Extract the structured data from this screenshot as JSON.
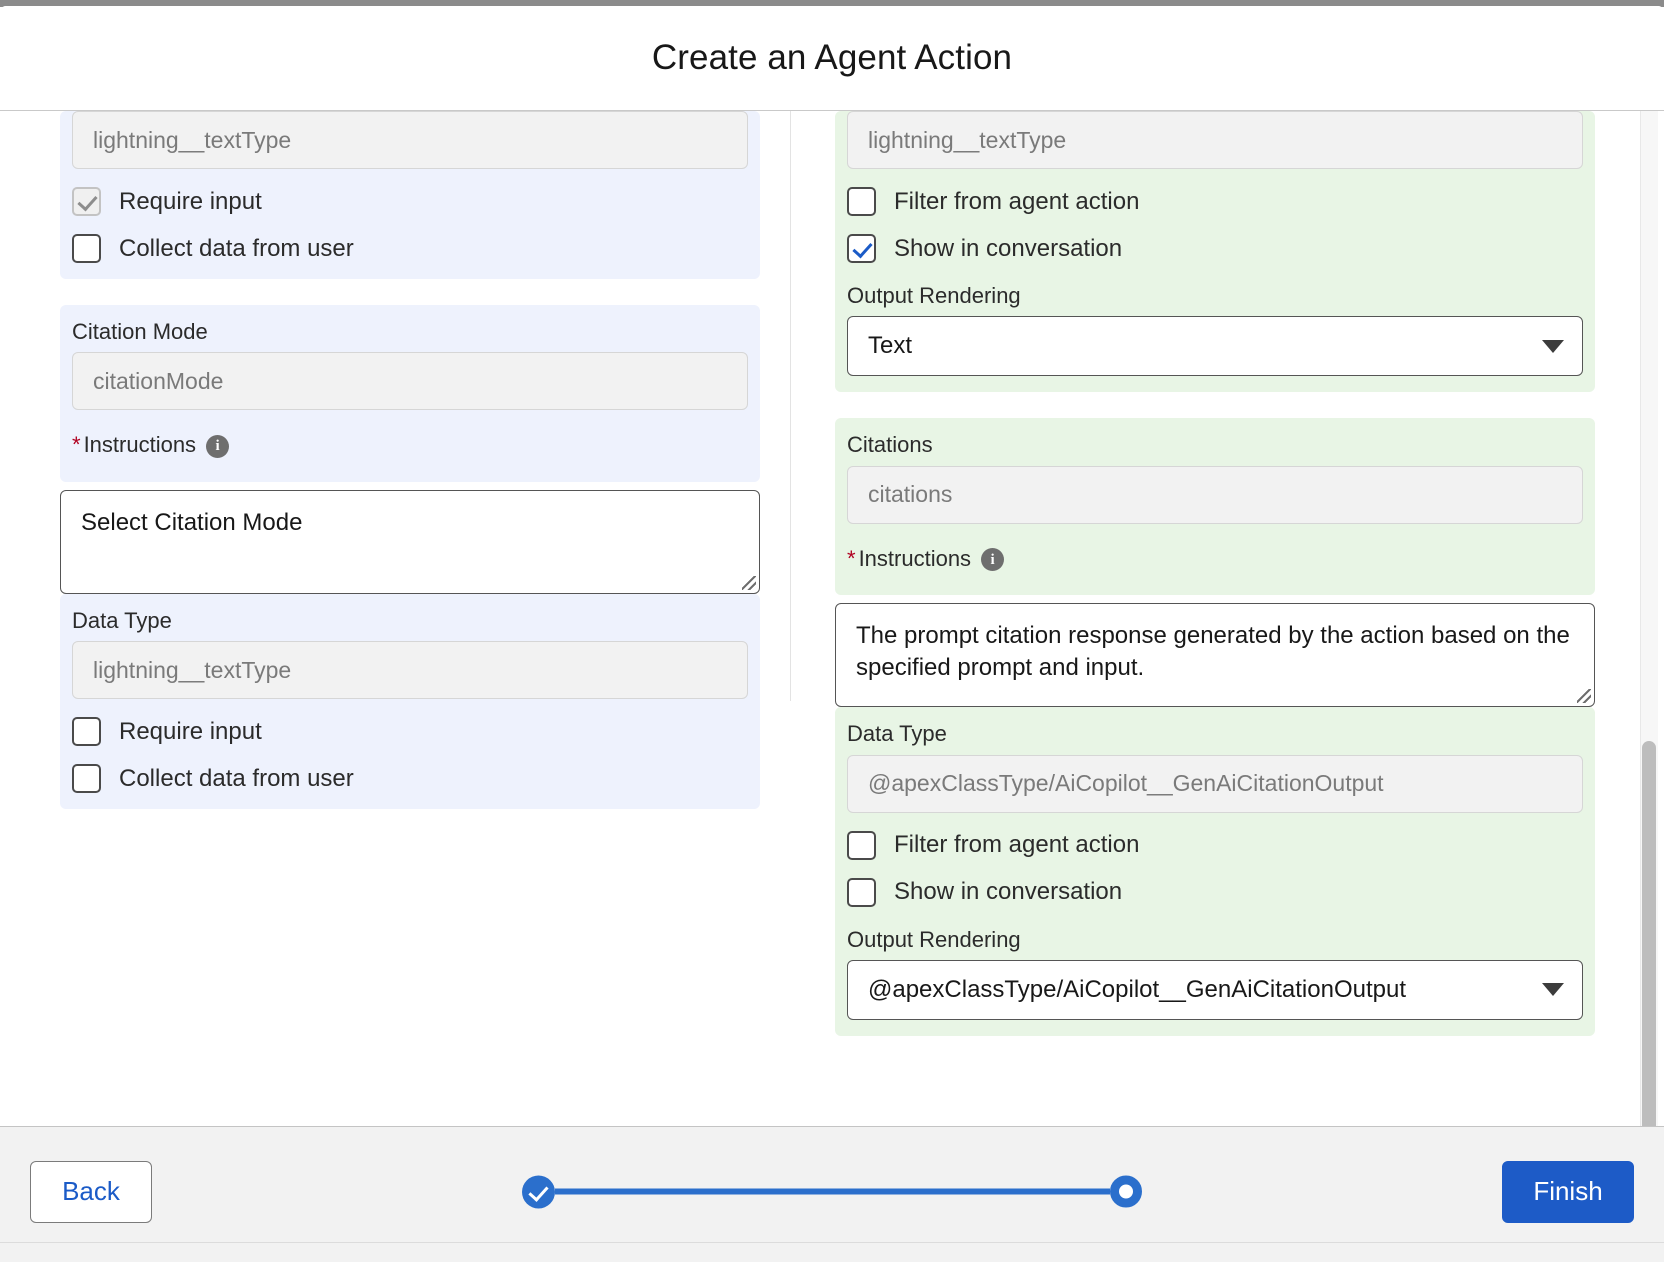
{
  "modal": {
    "title": "Create an Agent Action"
  },
  "left_column": {
    "sections": [
      {
        "id": "input-param-1",
        "data_type_value": "lightning__textType",
        "checkboxes": [
          {
            "label": "Require input",
            "checked": true,
            "disabled": true
          },
          {
            "label": "Collect data from user",
            "checked": false,
            "disabled": false
          }
        ]
      },
      {
        "id": "citation-mode",
        "title": "Citation Mode",
        "api_name_value": "citationMode",
        "instructions_label": "Instructions",
        "instructions_required_marker": "*",
        "instructions_value": "Select Citation Mode",
        "data_type_label": "Data Type",
        "data_type_value": "lightning__textType",
        "checkboxes": [
          {
            "label": "Require input",
            "checked": false,
            "disabled": false
          },
          {
            "label": "Collect data from user",
            "checked": false,
            "disabled": false
          }
        ]
      }
    ]
  },
  "right_column": {
    "sections": [
      {
        "id": "output-param-1",
        "data_type_value": "lightning__textType",
        "checkboxes": [
          {
            "label": "Filter from agent action",
            "checked": false
          },
          {
            "label": "Show in conversation",
            "checked": true
          }
        ],
        "output_rendering_label": "Output Rendering",
        "output_rendering_value": "Text"
      },
      {
        "id": "citations",
        "title": "Citations",
        "api_name_value": "citations",
        "instructions_label": "Instructions",
        "instructions_required_marker": "*",
        "instructions_value": "The prompt citation response generated by the action based on the specified prompt and input.",
        "data_type_label": "Data Type",
        "data_type_value": "@apexClassType/AiCopilot__GenAiCitationOutput",
        "checkboxes": [
          {
            "label": "Filter from agent action",
            "checked": false
          },
          {
            "label": "Show in conversation",
            "checked": false
          }
        ],
        "output_rendering_label": "Output Rendering",
        "output_rendering_value": "@apexClassType/AiCopilot__GenAiCitationOutput"
      }
    ]
  },
  "footer": {
    "back_label": "Back",
    "finish_label": "Finish",
    "progress": {
      "steps_total": 2,
      "current_step": 2,
      "completed_steps": 1
    }
  },
  "icons": {
    "info": "i",
    "caret": "chevron-down"
  },
  "colors": {
    "accent_blue": "#1d5bc7",
    "progress_blue": "#2b6fcc",
    "input_panel": "#eef2fd",
    "output_panel": "#e8f5e5",
    "required_red": "#b00020"
  }
}
